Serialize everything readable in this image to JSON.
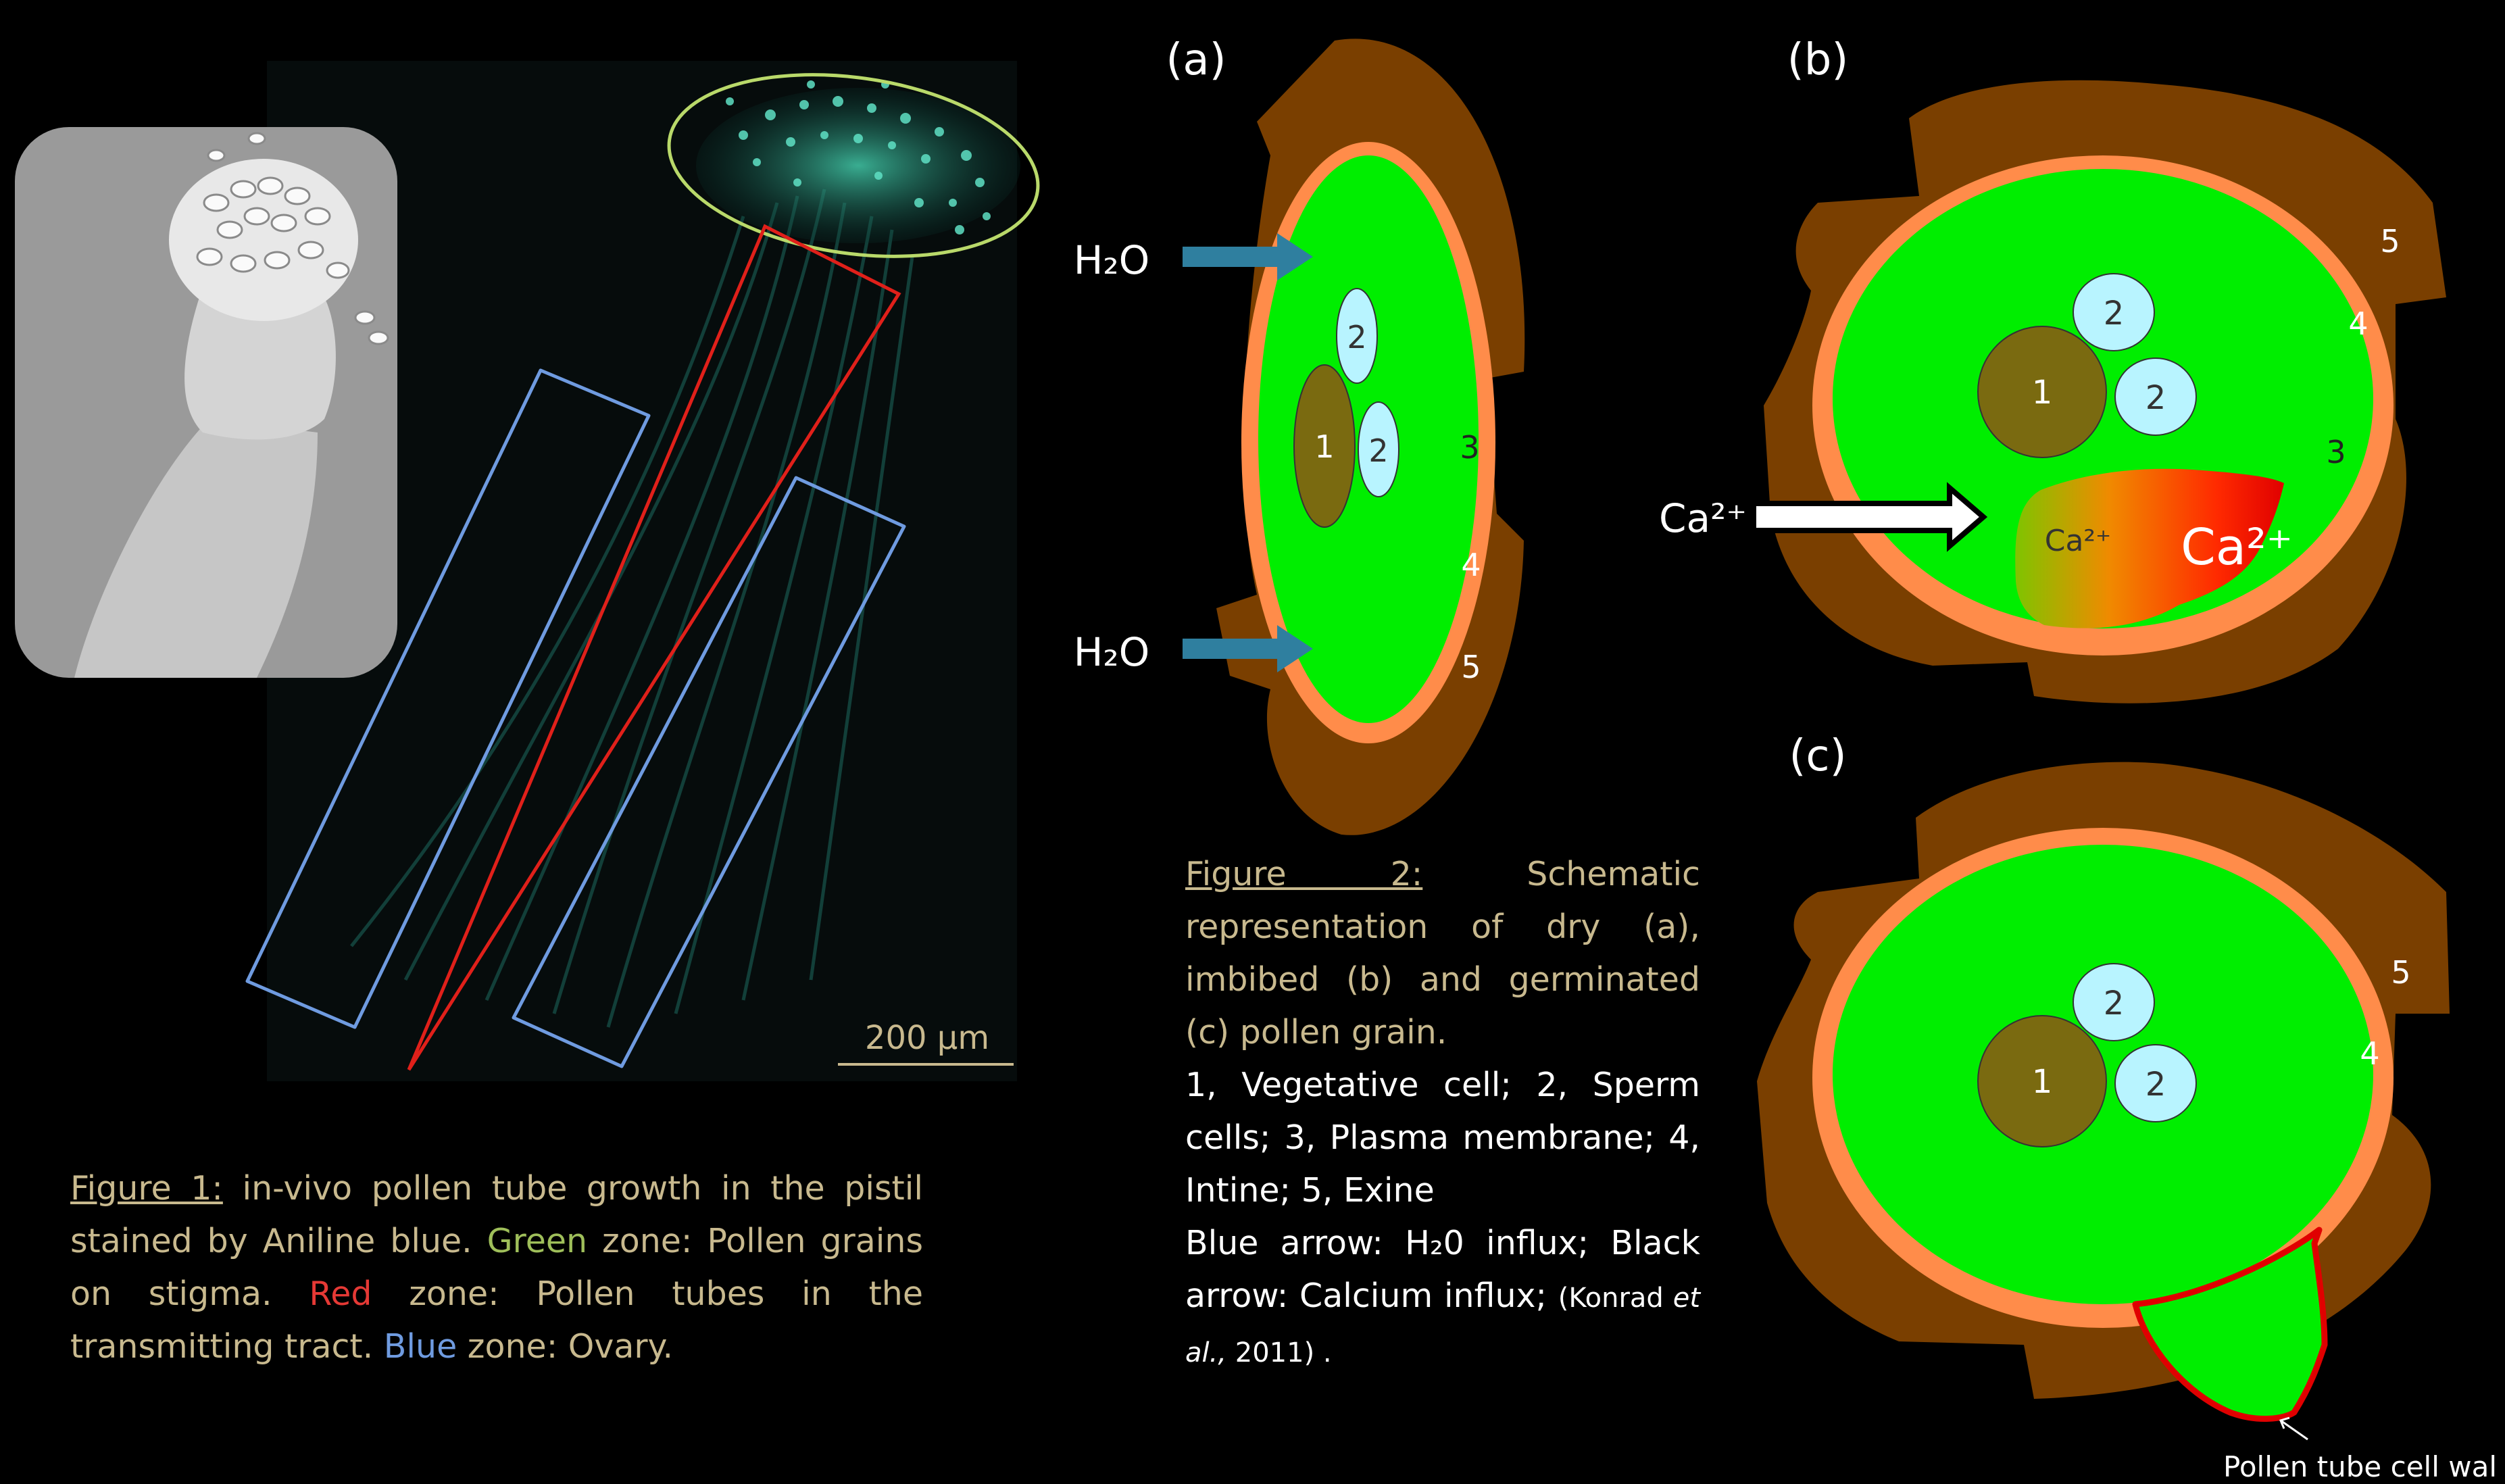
{
  "figure1": {
    "scale_bar": "200 µm",
    "caption_title": "Figure 1:",
    "caption_text_1": " in-vivo pollen tube growth in the pistil stained by Aniline blue. ",
    "green_word": "Green",
    "caption_text_2": " zone:  Pollen grains on stigma. ",
    "red_word": "Red",
    "caption_text_3": " zone: Pollen tubes in the transmitting tract. ",
    "blue_word": "Blue",
    "caption_text_4": " zone: Ovary."
  },
  "figure2": {
    "panel_a_label": "(a)",
    "panel_b_label": "(b)",
    "panel_c_label": "(c)",
    "water": "H₂O",
    "calcium_outside": "Ca²⁺",
    "calcium_small": "Ca²⁺",
    "calcium_large": "Ca²⁺",
    "cell_1": "1",
    "cell_2": "2",
    "label_3": "3",
    "label_4": "4",
    "label_5": "5",
    "tube_wall_label": "Pollen tube cell wal",
    "caption_title": "Figure 2:",
    "caption_text": " Schematic representation of dry (a), imbibed (b) and germinated (c) pollen grain.",
    "legend_1": "1, Vegetative cell; 2, Sperm cells; 3, Plasma membrane; 4, Intine; 5, Exine",
    "legend_2": "Blue arrow: H₂0 influx; Black arrow: Calcium influx; ",
    "citation_1": "(Konrad ",
    "citation_2": "et al.,",
    "citation_3": " 2011) ."
  },
  "colors": {
    "exine": "#7a3f00",
    "intine": "#ff8c4a",
    "cytoplasm": "#00ee00",
    "vegetative_nucleus": "#7a6a10",
    "sperm": "#b8f4ff",
    "water_arrow": "#2f7f9f",
    "tube_wall": "#e00000",
    "caption": "#c8b98e"
  }
}
